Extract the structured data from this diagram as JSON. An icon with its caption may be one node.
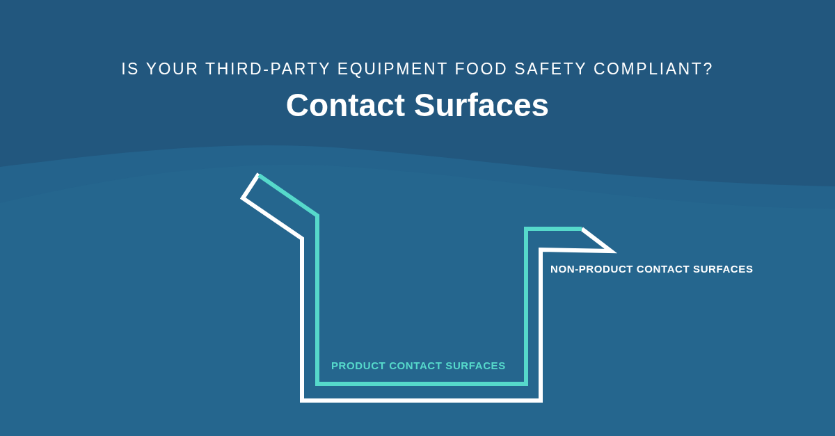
{
  "diagram": {
    "title": "Contact Surfaces",
    "labels": [
      "IS YOUR THIRD-PARTY EQUIPMENT FOOD SAFETY COMPLIANT?",
      "PRODUCT CONTACT SURFACES",
      "NON-PRODUCT CONTACT SURFACES"
    ]
  }
}
